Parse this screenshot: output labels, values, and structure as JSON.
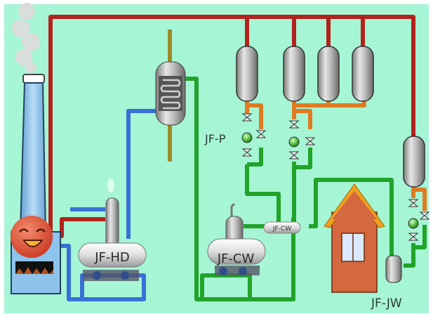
{
  "diagram": {
    "title": "",
    "background_color": "#a6f5d4",
    "colors": {
      "steam_pipe": "#b3221c",
      "hot_water_pipe": "#3a6fd8",
      "warm_pipe": "#e07b22",
      "cold_pipe": "#22a32a",
      "stack": "#8ec3ec",
      "boiler_face": "#e5553b",
      "house_wall": "#d4683e",
      "house_roof": "#f0a020"
    },
    "labels": {
      "hd": "JF-HD",
      "cw": "JF-CW",
      "cw_small": "JF-CW",
      "p": "JF-P",
      "jw": "JF-JW"
    },
    "components": [
      {
        "id": "chimney",
        "name": "Chimney stack with smoke"
      },
      {
        "id": "boiler",
        "name": "Boiler (smiling face) with firebox"
      },
      {
        "id": "hd-unit",
        "name": "JF-HD deaerator / hot-water tank"
      },
      {
        "id": "heat-exchanger",
        "name": "Coil heat exchanger"
      },
      {
        "id": "separators",
        "name": "Steam separator vessels (4)"
      },
      {
        "id": "p-station",
        "name": "JF-P trap station"
      },
      {
        "id": "cw-unit",
        "name": "JF-CW condensate water tank"
      },
      {
        "id": "cw-inline",
        "name": "JF-CW inline unit"
      },
      {
        "id": "house",
        "name": "Building"
      },
      {
        "id": "jw-unit",
        "name": "JF-JW water unit"
      },
      {
        "id": "right-vessel",
        "name": "Right separator vessel"
      }
    ]
  }
}
